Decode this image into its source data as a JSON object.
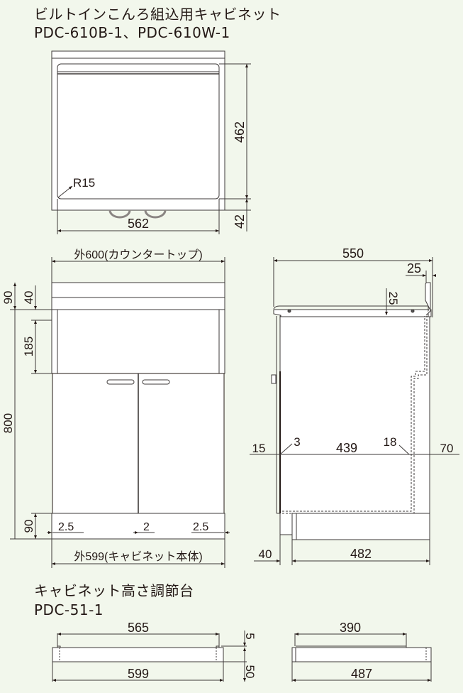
{
  "section1": {
    "title": "ビルトインこんろ組込用キャビネット",
    "models": "PDC-610B-1、PDC-610W-1",
    "top_view": {
      "radius_label": "R15",
      "depth_label": "462",
      "back_label": "42",
      "width_label": "562"
    },
    "front_view": {
      "top_width_label": "外600(カウンタートップ)",
      "total_top_label": "90",
      "counter_label": "40",
      "panel_label": "185",
      "height_label": "800",
      "plinth_label": "90",
      "gap_left_label": "2.5",
      "gap_center_label": "2",
      "gap_right_label": "2.5",
      "body_width_label": "外599(キャビネット本体)"
    },
    "side_view": {
      "depth_label": "550",
      "backguard_label": "25",
      "counter_thickness_label": "25",
      "front_label": "15",
      "door_label": "3",
      "inner_label": "439",
      "back_panel_label": "18",
      "rear_label": "70",
      "toe_label": "40",
      "base_label": "482"
    }
  },
  "section2": {
    "title": "キャビネット高さ調節台",
    "model": "PDC-51-1",
    "front": {
      "top_width_label": "565",
      "bottom_width_label": "599",
      "top_h_label": "5",
      "height_label": "50"
    },
    "side": {
      "top_width_label": "390",
      "bottom_width_label": "487"
    }
  },
  "colors": {
    "background": "#f2f7ec",
    "line": "#231815",
    "fill": "#ffffff",
    "dim": "#3e3a39"
  }
}
